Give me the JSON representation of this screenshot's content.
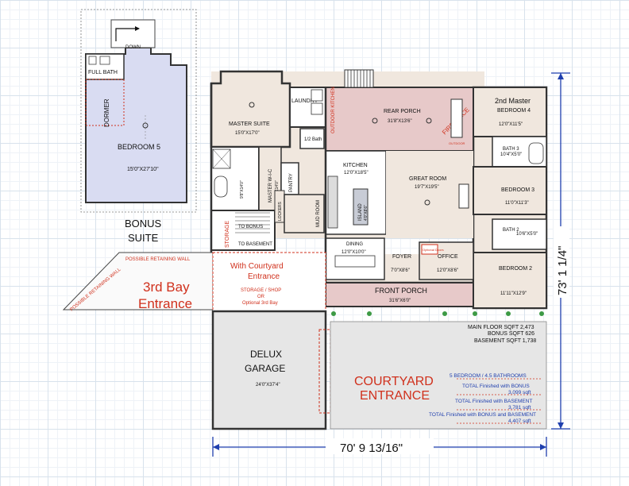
{
  "bonus": {
    "down": "DOWN",
    "full_bath": "FULL BATH",
    "dormer": "DORMER",
    "bedroom5": "BEDROOM 5",
    "bedroom5_size": "15'0\"X27'10\"",
    "title_line1": "BONUS",
    "title_line2": "SUITE"
  },
  "rooms": {
    "laundry": "LAUNDRY",
    "outdoor_kitchen": "OUTDOOR KITCHEN",
    "rear_porch": "REAR PORCH",
    "rear_porch_size": "31'8\"X13'6\"",
    "fireplace": "FIREPLACE",
    "outdoor_fireplace": "OUTDOOR",
    "master_suite": "MASTER SUITE",
    "master_suite_size": "15'0\"X17'0\"",
    "half_bath": "1/2 Bath",
    "second_master": "2nd Master",
    "bedroom4": "BEDROOM 4",
    "bedroom4_size": "12'0\"X11'5\"",
    "bath3": "BATH 3",
    "bath3_size": "10'4\"X5'0\"",
    "kitchen": "KITCHEN",
    "kitchen_size": "12'0\"X18'5\"",
    "great_room": "GREAT ROOM",
    "great_room_size": "19'7\"X19'5\"",
    "pantry": "PANTRY",
    "master_wic": "MASTER W-I-C",
    "master_wic_size": "8'9\"X14'0\"",
    "master_bath_size": "9'8\"X14'0\"",
    "island": "ISLAND",
    "island_size": "4'0\"X8'6\"",
    "lockers": "LOCKERS",
    "mud_room": "MUD ROOM",
    "bedroom3": "BEDROOM 3",
    "bedroom3_size": "11'0\"X11'3\"",
    "bath2": "BATH 2",
    "bath2_size": "10'6\"X5'0\"",
    "storage": "STORAGE",
    "to_bonus": "TO BONUS",
    "to_basement": "TO BASEMENT",
    "dining": "DINING",
    "dining_size": "12'0\"X10'0\"",
    "foyer": "FOYER",
    "foyer_size": "7'0\"X8'6\"",
    "office": "OFFICE",
    "office_size": "12'0\"X8'6\"",
    "optional_doors": "Optional Doors",
    "bedroom2": "BEDROOM 2",
    "bedroom2_size": "11'11\"X12'9\"",
    "front_porch": "FRONT PORCH",
    "front_porch_size": "31'6\"X6'0\"",
    "garage_line1": "DELUX",
    "garage_line2": "GARAGE",
    "garage_size": "24'0\"X37'4\""
  },
  "annotations": {
    "retaining_wall": "POSSIBLE RETAINING WALL",
    "retaining_wall_2": "POSSIBLE RETAINING WALL",
    "courtyard_entrance_line1": "With Courtyard",
    "courtyard_entrance_line2": "Entrance",
    "storage_shop_line1": "STORAGE / SHOP",
    "storage_shop_line2": "OR",
    "storage_shop_line3": "Optional 3rd Bay",
    "third_bay_line1": "3rd Bay",
    "third_bay_line2": "Entrance",
    "courtyard_line1": "COURTYARD",
    "courtyard_line2": "ENTRANCE"
  },
  "stats": {
    "main_floor": "MAIN FLOOR SQFT 2,473",
    "bonus": "BONUS SQFT    626",
    "basement": "BASEMENT SQFT 1,738",
    "bed_bath": "5 BEDROOM / 4.5 BATHROOMS",
    "total_bonus_label": "TOTAL Finished with BONUS",
    "total_bonus_value": "3,099 sqft",
    "total_basement_label": "TOTAL Finished with BASEMENT",
    "total_basement_value": "3,781 sqft",
    "total_all_label": "TOTAL Finished with BONUS and BASEMENT",
    "total_all_value": "4,407 sqft"
  },
  "dimensions": {
    "width": "70' 9 13/16\"",
    "depth": "73' 1 1/4\""
  },
  "colors": {
    "room_fill": "#f0e7de",
    "bonus_fill": "#d9dcf2",
    "porch_fill": "#e7c9c9",
    "garage_fill": "#e6e6e6",
    "accent_red": "#d0301c",
    "accent_blue": "#1f3fae"
  }
}
